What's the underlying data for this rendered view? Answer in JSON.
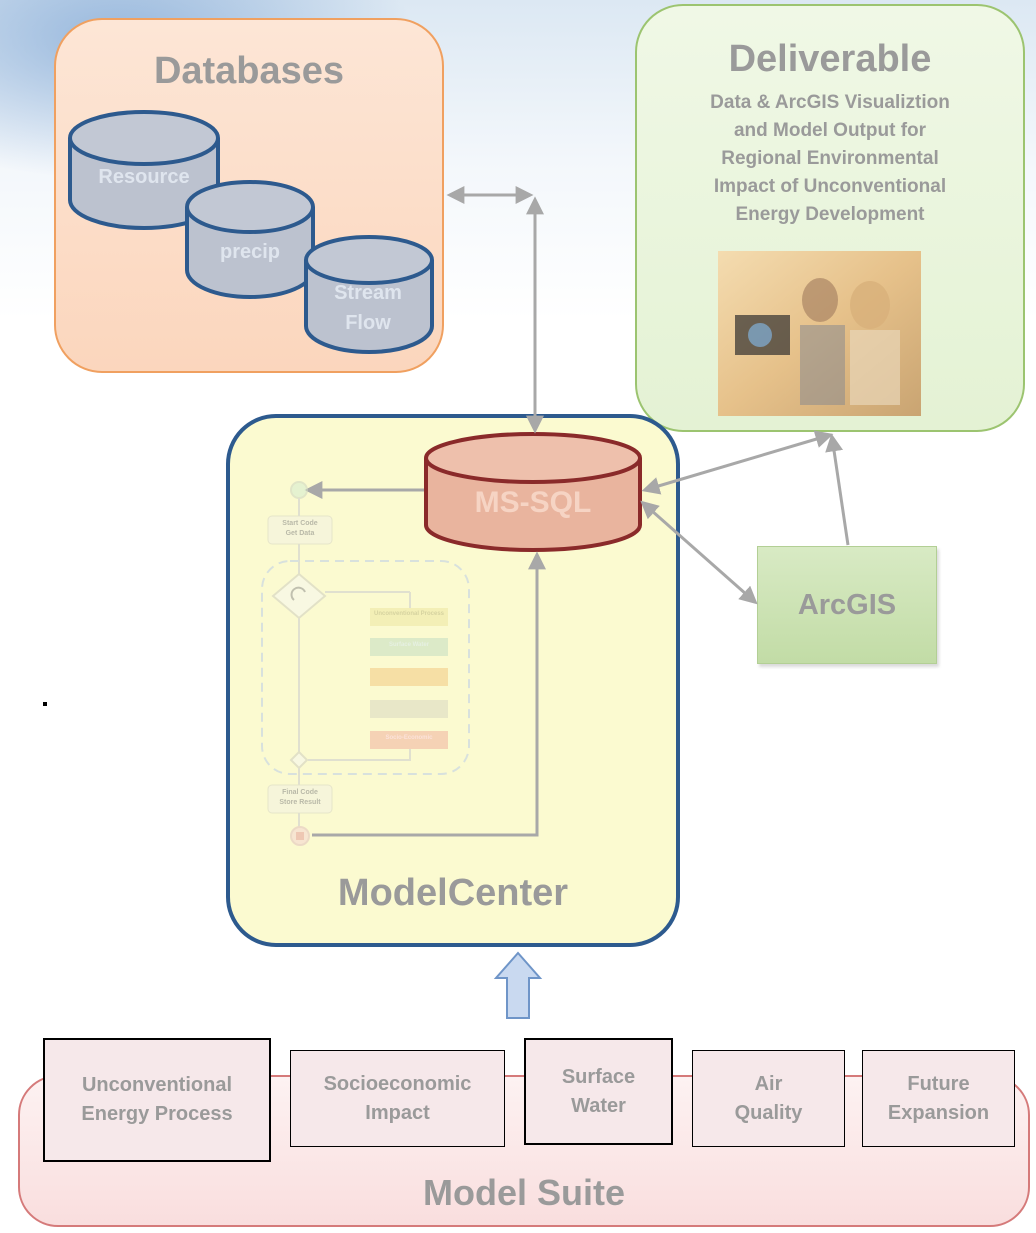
{
  "databases": {
    "title": "Databases",
    "cylinders": [
      "Resource",
      "precip",
      "Stream Flow"
    ]
  },
  "deliverable": {
    "title": "Deliverable",
    "description": [
      "Data & ArcGIS Visualiztion",
      "and Model Output for",
      "Regional Environmental",
      "Impact of Unconventional",
      "Energy Development"
    ]
  },
  "mssql": {
    "label": "MS-SQL"
  },
  "arcgis": {
    "label": "ArcGIS"
  },
  "modelcenter": {
    "title": "ModelCenter",
    "workflow": {
      "start_lines": [
        "Start Code",
        "Get Data"
      ],
      "inner_blocks": [
        "Unconventional Process",
        "Surface Water",
        "",
        "",
        "Socio-Economic"
      ],
      "final_lines": [
        "Final Code",
        "Store Result"
      ]
    }
  },
  "modelsuite": {
    "title": "Model Suite",
    "modules": [
      {
        "lines": [
          "Unconventional",
          "Energy Process"
        ]
      },
      {
        "lines": [
          "Socioeconomic",
          "Impact"
        ]
      },
      {
        "lines": [
          "Surface",
          "Water"
        ]
      },
      {
        "lines": [
          "Air",
          "Quality"
        ]
      },
      {
        "lines": [
          "Future",
          "Expansion"
        ]
      }
    ]
  },
  "colors": {
    "connector": "#a8a8a8",
    "modelcenter_border": "#2d5a8e",
    "cylinder_blue": "#2d5a8e",
    "cylinder_red": "#8a2a2a"
  }
}
